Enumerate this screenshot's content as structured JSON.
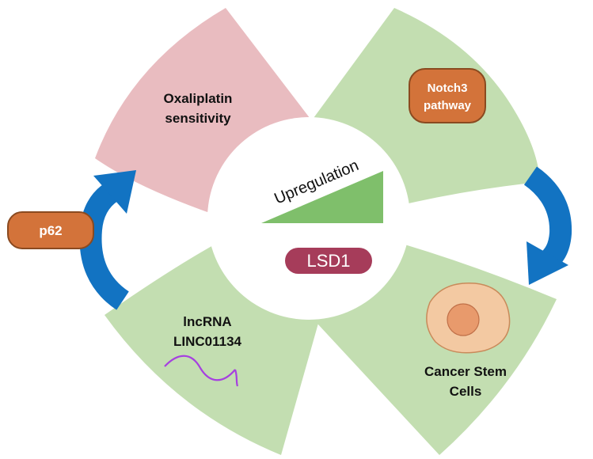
{
  "center": {
    "trend_label": "Upregulation",
    "target_label": "LSD1"
  },
  "quadrants": {
    "top_left": {
      "line1": "Oxaliplatin",
      "line2": "sensitivity"
    },
    "top_right": {
      "badge_line1": "Notch3",
      "badge_line2": "pathway"
    },
    "bottom_left": {
      "line1": "lncRNA",
      "line2": "LINC01134"
    },
    "bottom_right": {
      "line1": "Cancer Stem",
      "line2": "Cells"
    }
  },
  "side_badge": {
    "label": "p62"
  },
  "colors": {
    "quadrant_pink": "#e9bcc0",
    "quadrant_green": "#c3deb1",
    "badge_orange": "#d3733a",
    "badge_border": "#8a4a20",
    "lsd1_fill": "#a63c5a",
    "triangle_green": "#7fbf6b",
    "arrow_blue": "#1273c2",
    "wave_purple": "#a640e0",
    "cell_outer": "#f3c9a2",
    "cell_inner": "#e89a6c"
  },
  "icons": {
    "cell": "stem-cell-icon",
    "rna": "rna-wave-icon"
  }
}
